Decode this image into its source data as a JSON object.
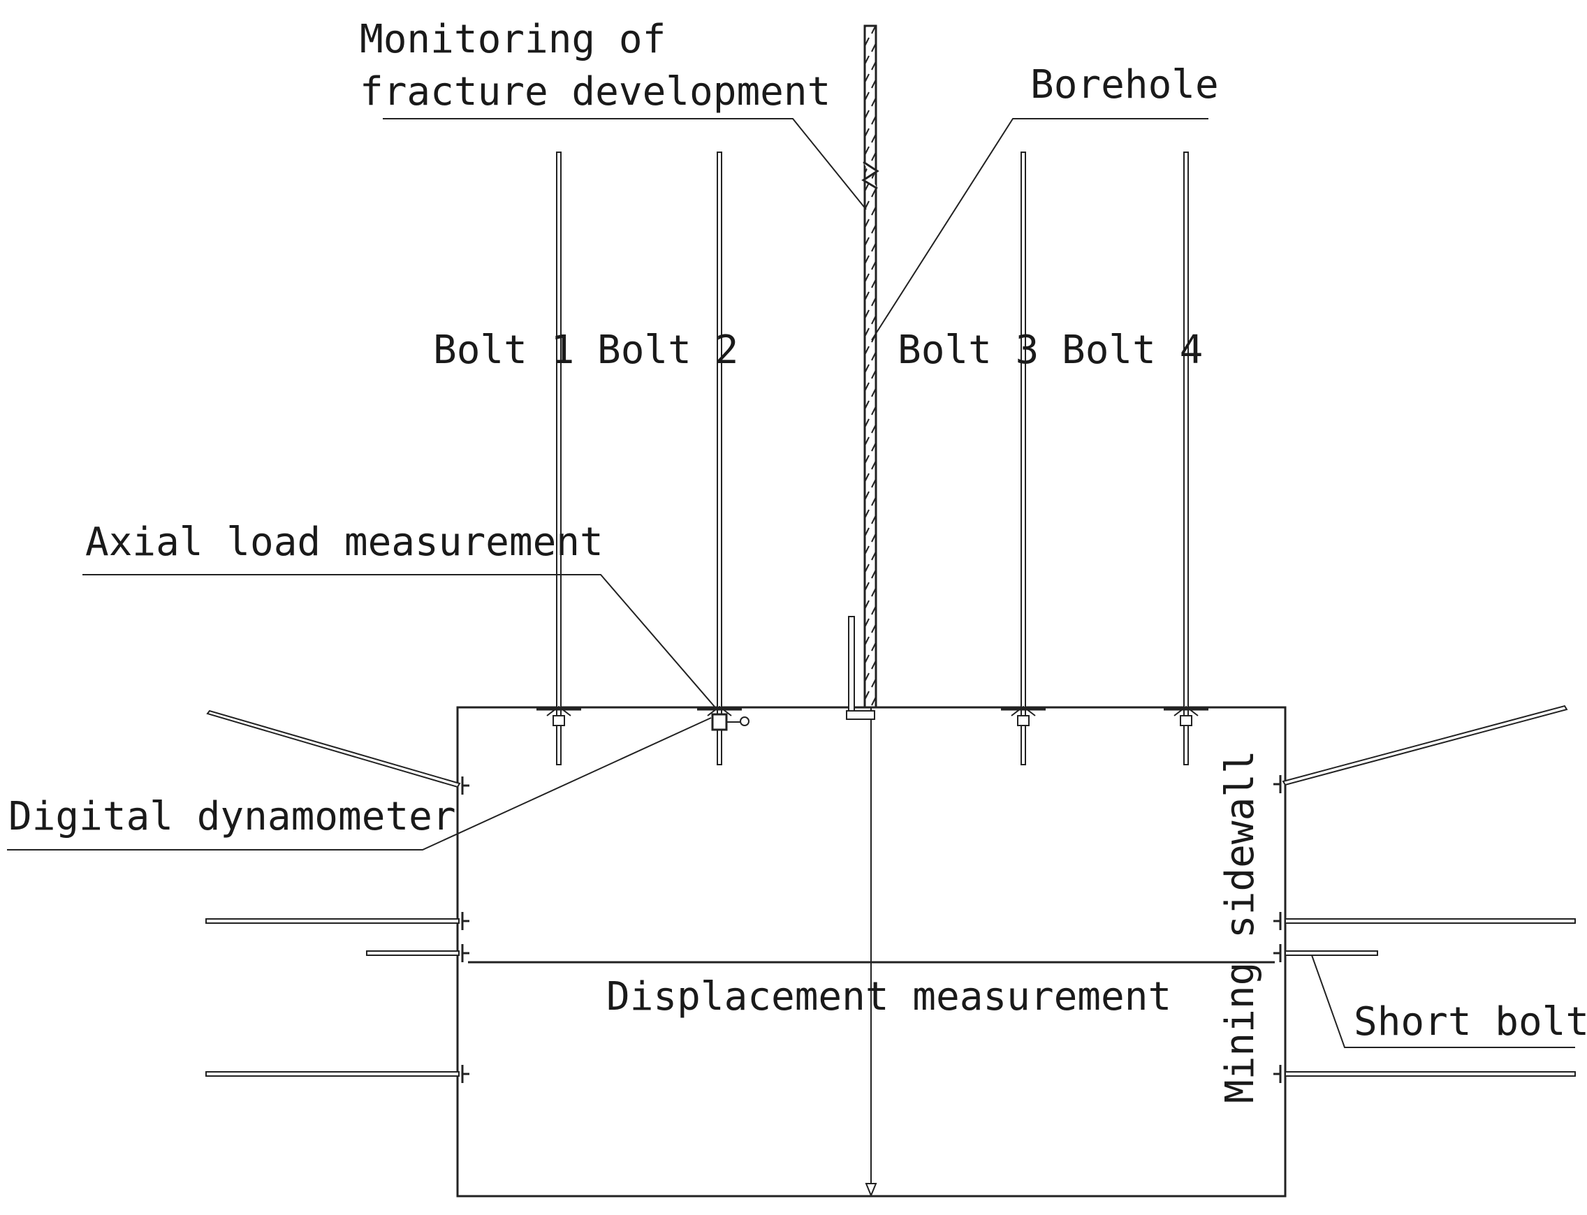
{
  "diagram": {
    "labels": {
      "monitoring_line1": "Monitoring of",
      "monitoring_line2": "fracture development",
      "borehole": "Borehole",
      "bolt1": "Bolt 1",
      "bolt2": "Bolt 2",
      "bolt3": "Bolt 3",
      "bolt4": "Bolt 4",
      "axial_load": "Axial load measurement",
      "digital_dynamometer": "Digital dynamometer",
      "mining_sidewall": "Mining sidewall",
      "displacement": "Displacement measurement",
      "short_bolt": "Short bolt"
    }
  }
}
